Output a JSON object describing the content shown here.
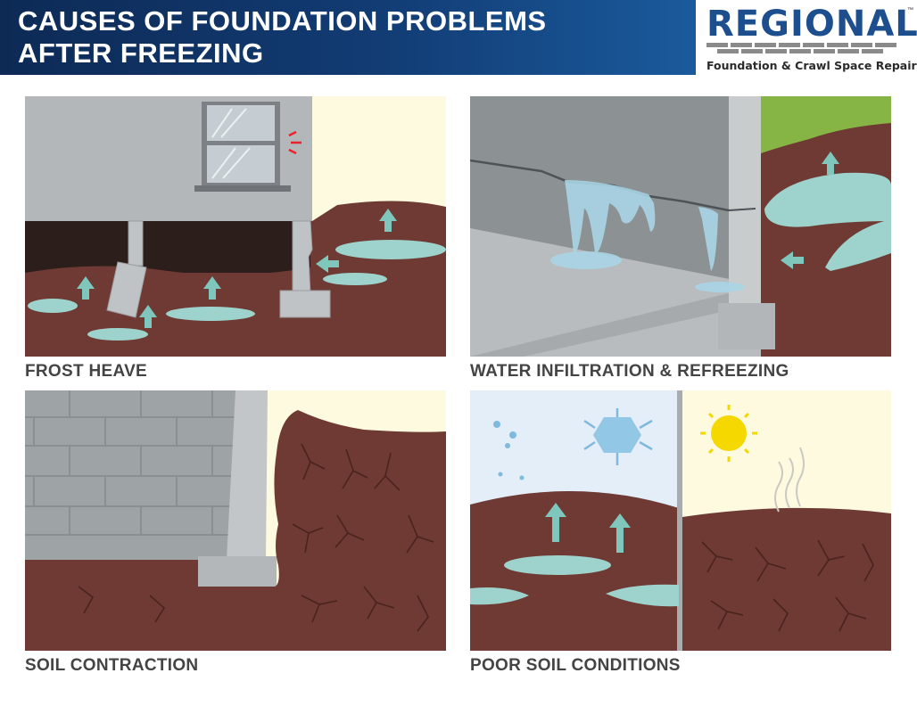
{
  "header": {
    "title_line1": "CAUSES OF FOUNDATION PROBLEMS",
    "title_line2": "AFTER FREEZING"
  },
  "logo": {
    "wordmark": "REGIONAL",
    "tagline": "Foundation & Crawl Space Repair",
    "trademark": "™"
  },
  "panels": [
    {
      "caption": "FROST HEAVE"
    },
    {
      "caption": "WATER INFILTRATION & REFREEZING"
    },
    {
      "caption": "SOIL CONTRACTION"
    },
    {
      "caption": "POOR SOIL CONDITIONS"
    }
  ],
  "colors": {
    "soil": "#6e3a33",
    "ice": "#9dd3cc",
    "concrete": "#b7babc",
    "sky": "#fdfadf",
    "header": "#123c74"
  }
}
